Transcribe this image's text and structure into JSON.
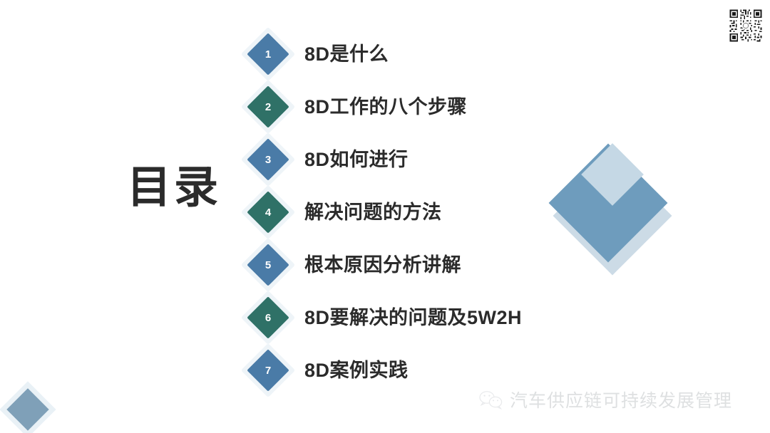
{
  "slide": {
    "title": "目录",
    "background_color": "#ffffff",
    "text_color": "#2b2b2b"
  },
  "toc": {
    "items": [
      {
        "number": "1",
        "label": "8D是什么",
        "color": "#4a7ba7",
        "accent": "blue"
      },
      {
        "number": "2",
        "label": "8D工作的八个步骤",
        "color": "#2f7167",
        "accent": "green"
      },
      {
        "number": "3",
        "label": "8D如何进行",
        "color": "#4a7ba7",
        "accent": "blue"
      },
      {
        "number": "4",
        "label": "解决问题的方法",
        "color": "#2f7167",
        "accent": "green"
      },
      {
        "number": "5",
        "label": "根本原因分析讲解",
        "color": "#4a7ba7",
        "accent": "blue"
      },
      {
        "number": "6",
        "label": "8D要解决的问题及5W2H",
        "color": "#2f7167",
        "accent": "green"
      },
      {
        "number": "7",
        "label": "8D案例实践",
        "color": "#4a7ba7",
        "accent": "blue"
      }
    ]
  },
  "decoration": {
    "diamond_front_color": "#6e9cbd",
    "diamond_back_color": "#ccdbe6",
    "diamond_notch_color": "#c5d8e5",
    "corner_diamond_color": "#7fa0b8"
  },
  "watermark": {
    "icon": "wechat-icon",
    "text": "汽车供应链可持续发展管理"
  },
  "qr_code": {
    "icon": "qr-code-icon"
  }
}
